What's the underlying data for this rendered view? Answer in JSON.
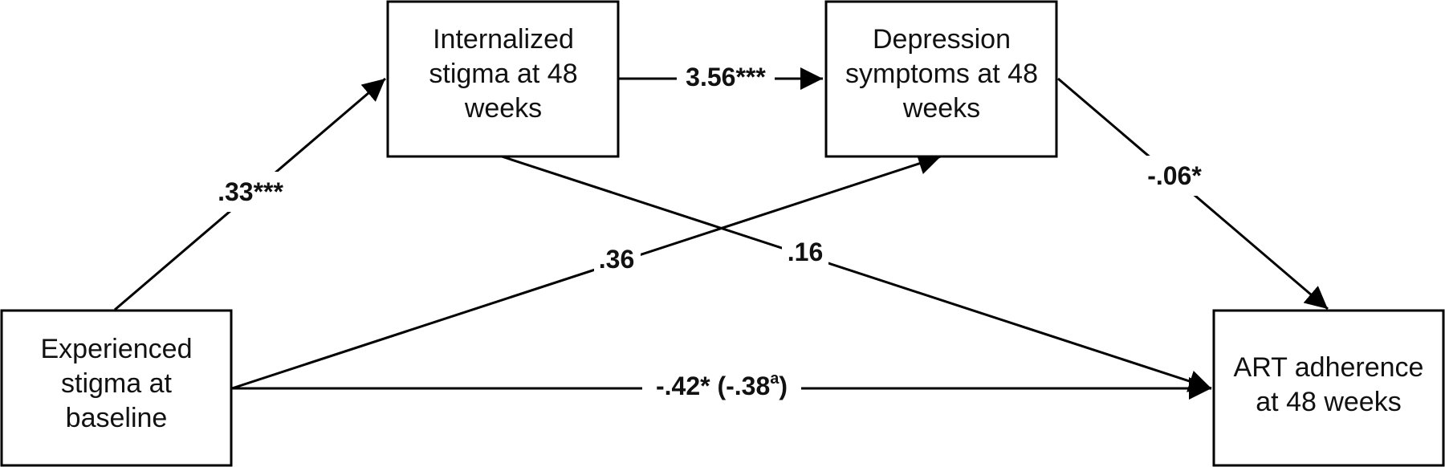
{
  "nodes": {
    "experienced": {
      "lines": [
        "Experienced",
        "stigma at",
        "baseline"
      ]
    },
    "internalized": {
      "lines": [
        "Internalized",
        "stigma at 48",
        "weeks"
      ]
    },
    "depression": {
      "lines": [
        "Depression",
        "symptoms at 48",
        "weeks"
      ]
    },
    "adherence": {
      "lines": [
        "ART adherence",
        "at 48 weeks"
      ]
    }
  },
  "edges": {
    "experienced_to_internalized": {
      "label": ".33***"
    },
    "internalized_to_depression": {
      "label": "3.56***"
    },
    "depression_to_adherence": {
      "label": "-.06*"
    },
    "experienced_to_depression": {
      "label": ".36"
    },
    "internalized_to_adherence": {
      "label": ".16"
    },
    "experienced_to_adherence": {
      "label": "-.42* (-.38",
      "superscript": "a",
      "suffix": ")"
    }
  },
  "colors": {
    "stroke": "#000000",
    "text": "#111111",
    "background": "#ffffff"
  }
}
